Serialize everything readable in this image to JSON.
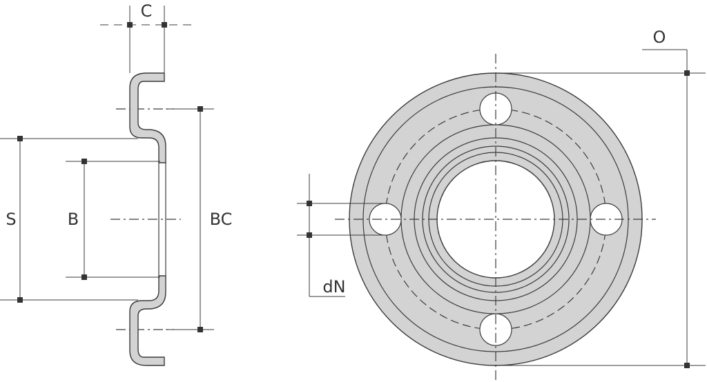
{
  "labels": {
    "c": "C",
    "s": "S",
    "b": "B",
    "bc": "BC",
    "o": "O",
    "dn": "dN"
  },
  "colors": {
    "flange_fill": "#d3d3d3",
    "line": "#3a3a3a",
    "marker": "#333333",
    "background": "#ffffff"
  }
}
